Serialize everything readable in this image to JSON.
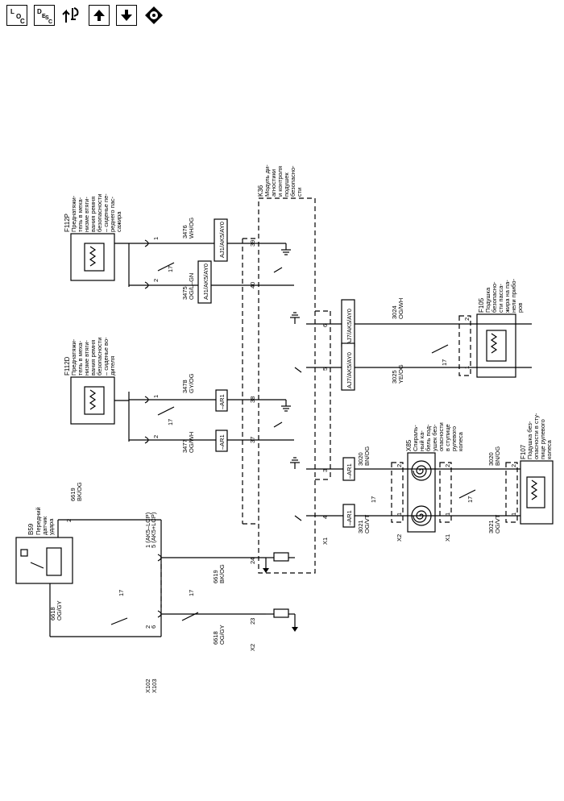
{
  "toolbar": {
    "loc_top": "L",
    "loc_sub": "O",
    "loc_bot": "C",
    "desc_top": "D",
    "desc_sub": "E",
    "desc_mid": "S",
    "desc_bot": "C"
  },
  "components": {
    "b59": {
      "ref": "B59",
      "l1": "Передний",
      "l2": "датчик",
      "l3": "удара"
    },
    "f112d": {
      "ref": "F112D",
      "l1": "Преднатяжи-",
      "l2": "тель в меха-",
      "l3": "низме втяги-",
      "l4": "вания ремня",
      "l5": "безопасности",
      "l6": "– сиденье во-",
      "l7": "дителя"
    },
    "f112p": {
      "ref": "F112P",
      "l1": "Преднатяжи-",
      "l2": "тель в меха-",
      "l3": "низме втяги-",
      "l4": "вания ремня",
      "l5": "безопасности",
      "l6": "– сиденье пе-",
      "l7": "реднего пас-",
      "l8": "сажира"
    },
    "k36": {
      "ref": "K36",
      "l1": "Модуль ди-",
      "l2": "агностики",
      "l3": "и контроля",
      "l4": "подушек",
      "l5": "безопасно-",
      "l6": "сти"
    },
    "x85": {
      "ref": "X85",
      "l1": "Спираль-",
      "l2": "ный ка-",
      "l3": "бель под-",
      "l4": "ушек без-",
      "l5": "опасности",
      "l6": "в ступице",
      "l7": "рулевого",
      "l8": "колеса"
    },
    "f105": {
      "ref": "F105",
      "l1": "Подушка",
      "l2": "безопасно-",
      "l3": "сти пасса-",
      "l4": "жира на па-",
      "l5": "нели прибо-",
      "l6": "ров"
    },
    "f107": {
      "ref": "F107",
      "l1": "Подушка без-",
      "l2": "опасности в сту-",
      "l3": "пице рулевого",
      "l4": "колеса"
    }
  },
  "connectors": {
    "x102": "X102",
    "x103": "X103",
    "x2": "X2",
    "x1": "X1",
    "x102_pins_a": "1 (AK5–LCP)",
    "x102_pins_b": "5 (AK5+LCP)",
    "x102_pin2": "2",
    "x102_pin6": "6"
  },
  "wires": {
    "w6618": {
      "num": "6618",
      "col": "OG/GY"
    },
    "w6619": {
      "num": "6619",
      "col": "BK/OG"
    },
    "w3477": {
      "num": "3477",
      "col": "OG/WH"
    },
    "w3478": {
      "num": "3478",
      "col": "GY/OG"
    },
    "w3475": {
      "num": "3475",
      "col": "OG/L–GN"
    },
    "w3476": {
      "num": "3476",
      "col": "WH/OG"
    },
    "w3021": {
      "num": "3021",
      "col": "OG/VT"
    },
    "w3020": {
      "num": "3020",
      "col": "BN/OG"
    },
    "w3025": {
      "num": "3025",
      "col": "YE/OG"
    },
    "w3024": {
      "num": "3024",
      "col": "OG/WH"
    }
  },
  "pins": {
    "p1": "1",
    "p2": "2",
    "p3": "3",
    "p4": "4",
    "p5": "5",
    "p6": "6",
    "p23": "23",
    "p24": "24",
    "p37": "37",
    "p38": "38",
    "p39": "39",
    "p40": "40"
  },
  "gauge": "17",
  "options": {
    "ar1": "–AR1",
    "aj1": "AJ1/AK5/AY0",
    "aj7": "AJ7/AK5/AY0"
  }
}
